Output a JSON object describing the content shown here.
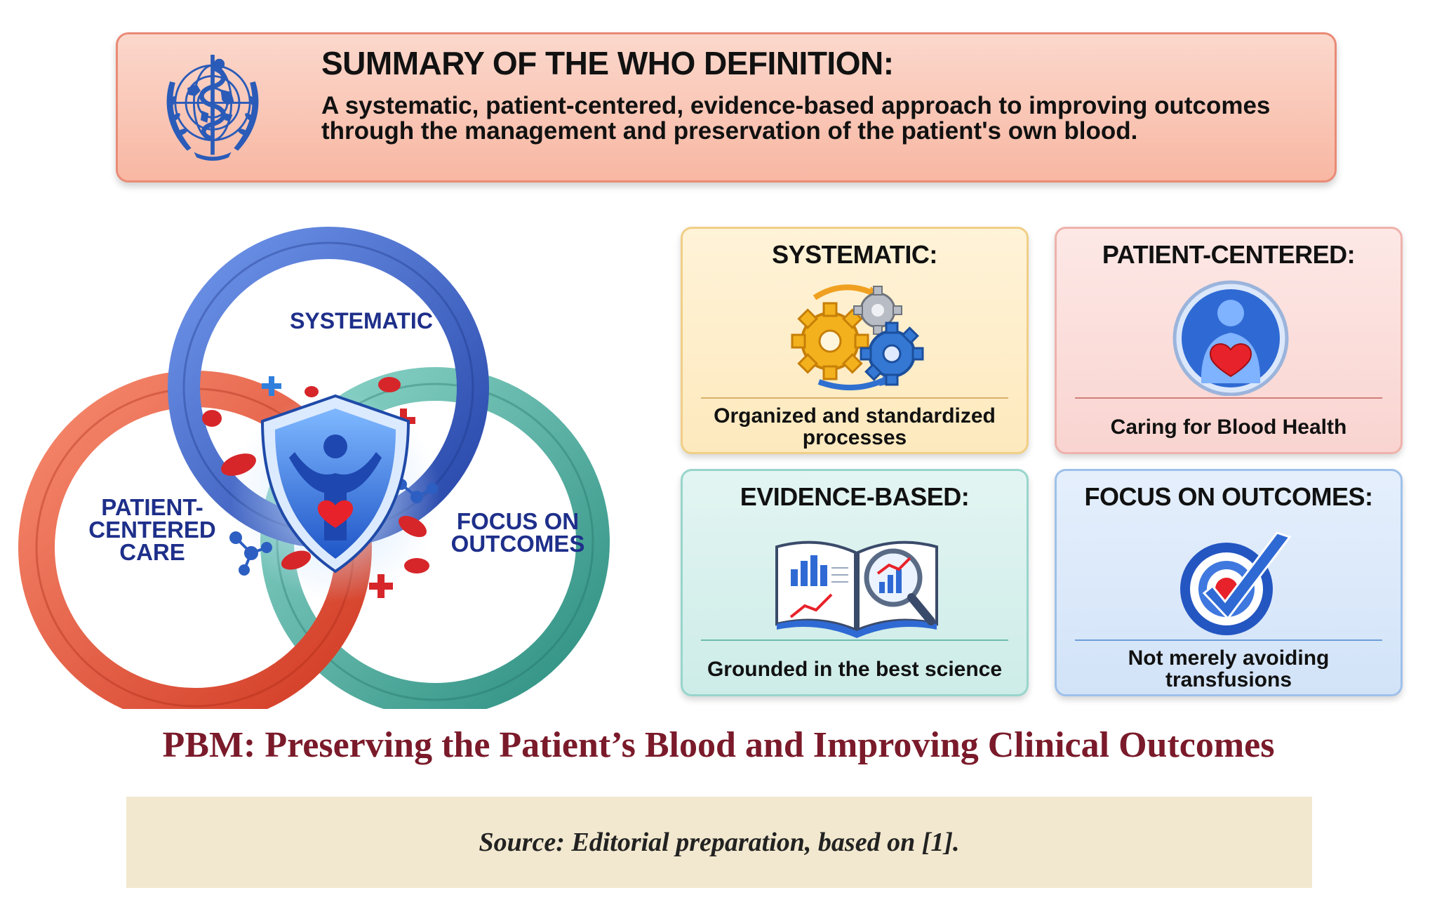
{
  "header": {
    "title": "SUMMARY OF THE WHO DEFINITION:",
    "text": "A systematic, patient-centered, evidence-based approach to improving outcomes through the management and preservation of the patient's own blood."
  },
  "venn": {
    "top": "SYSTEMATIC",
    "left_1": "PATIENT-",
    "left_2": "CENTERED",
    "left_3": "CARE",
    "right_1": "FOCUS ON",
    "right_2": "OUTCOMES",
    "colors": {
      "top": "#3a62c8",
      "left": "#e85a40",
      "right": "#3aa596"
    }
  },
  "cards": [
    {
      "title": "SYSTEMATIC:",
      "desc": "Organized and standardized processes",
      "icon": "gears-icon"
    },
    {
      "title": "PATIENT-CENTERED:",
      "desc": "Caring for Blood Health",
      "icon": "patient-heart-icon"
    },
    {
      "title": "EVIDENCE-BASED:",
      "desc": "Grounded in the best science",
      "icon": "book-magnifier-icon"
    },
    {
      "title": "FOCUS ON OUTCOMES:",
      "desc": "Not merely avoiding transfusions",
      "icon": "target-check-icon"
    }
  ],
  "tagline": "PBM: Preserving the Patient’s Blood and Improving Clinical Outcomes",
  "source": "Source: Editorial preparation, based on [1]."
}
